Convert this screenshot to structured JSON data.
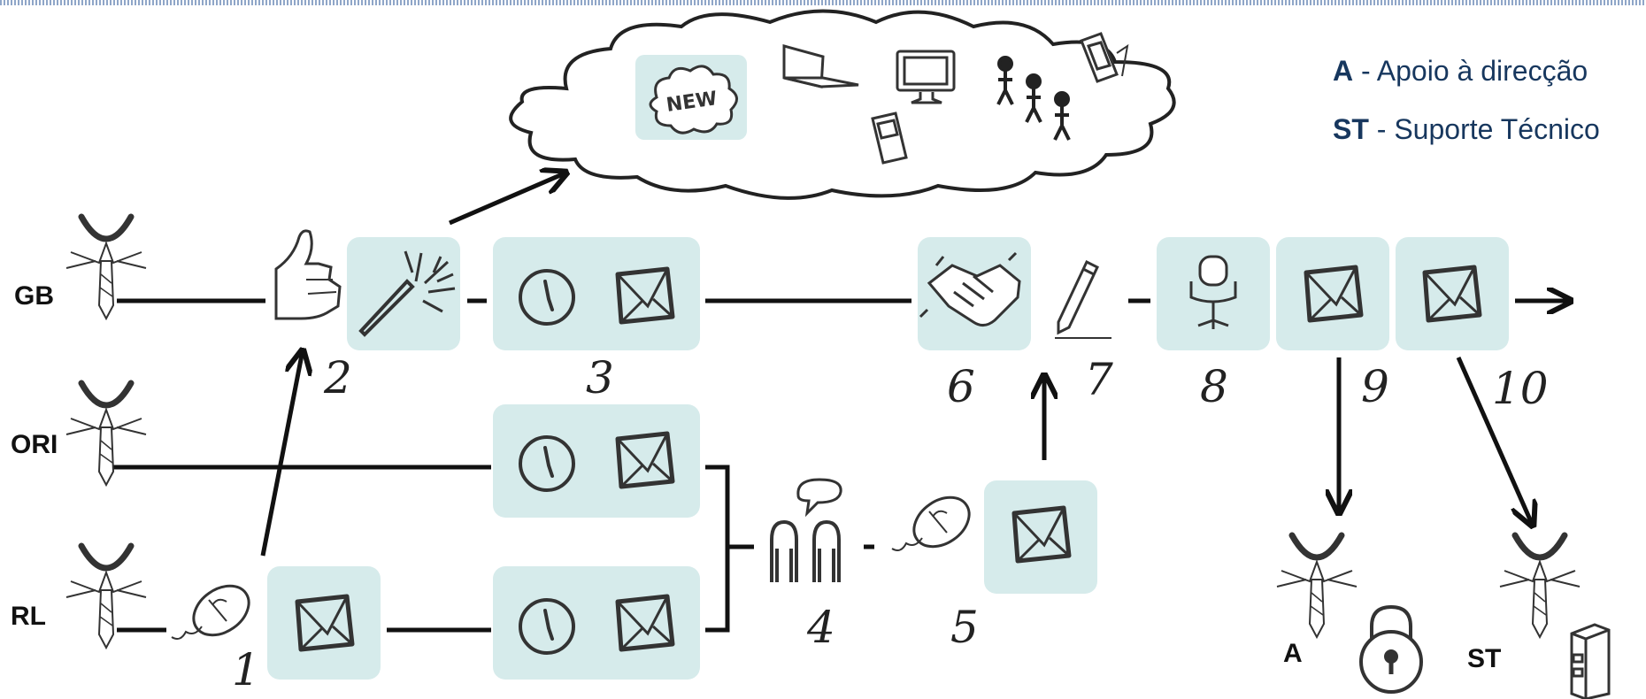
{
  "legend": {
    "items": [
      {
        "abbr": "A",
        "text": " - Apoio à direcção"
      },
      {
        "abbr": "ST",
        "text": " - Suporte Técnico"
      }
    ]
  },
  "roles": {
    "gb": "GB",
    "ori": "ORI",
    "rl": "RL",
    "a": "A",
    "st": "ST"
  },
  "cloud": {
    "badge": "NEW"
  },
  "steps": [
    "1",
    "2",
    "3",
    "4",
    "5",
    "6",
    "7",
    "8",
    "9",
    "10"
  ],
  "colors": {
    "box": "#d6ebeb",
    "ink": "#2a2a2a",
    "legend": "#17375e"
  }
}
